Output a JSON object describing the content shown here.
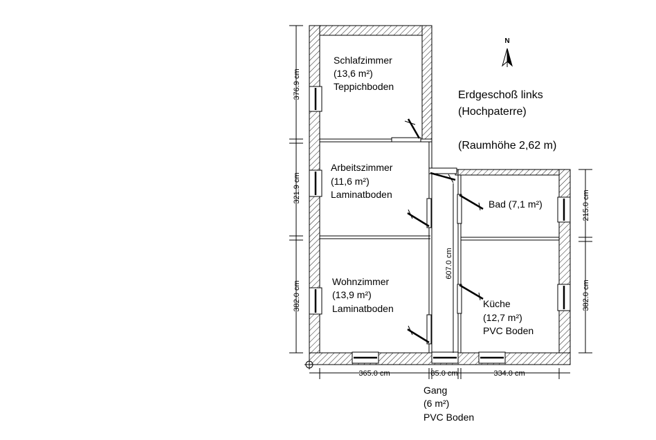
{
  "title": {
    "line1": "Erdgeschoß links",
    "line2": "(Hochpaterre)",
    "line3": "(Raumhöhe 2,62 m)"
  },
  "north_label": "N",
  "rooms": {
    "schlafzimmer": {
      "name": "Schlafzimmer",
      "area": "(13,6 m²)",
      "floor": "Teppichboden"
    },
    "arbeitszimmer": {
      "name": "Arbeitszimmer",
      "area": "(11,6 m²)",
      "floor": "Laminatboden"
    },
    "wohnzimmer": {
      "name": "Wohnzimmer",
      "area": "(13,9 m²)",
      "floor": "Laminatboden"
    },
    "bad": {
      "name": "Bad (7,1 m²)"
    },
    "kueche": {
      "name": "Küche",
      "area": "(12,7 m²)",
      "floor": "PVC Boden"
    },
    "gang": {
      "name": "Gang",
      "area": "(6 m²)",
      "floor": "PVC Boden"
    }
  },
  "dimensions": {
    "left_top": "376.9 cm",
    "left_middle": "321.9 cm",
    "left_bottom": "382.0 cm",
    "right_top": "215.0 cm",
    "right_bottom": "382.0 cm",
    "corridor_height": "607.0 cm",
    "bottom_left": "365.0 cm",
    "bottom_middle": "85.0 cm",
    "bottom_right": "334.0 cm"
  },
  "colors": {
    "line": "#000000",
    "background": "#ffffff"
  }
}
